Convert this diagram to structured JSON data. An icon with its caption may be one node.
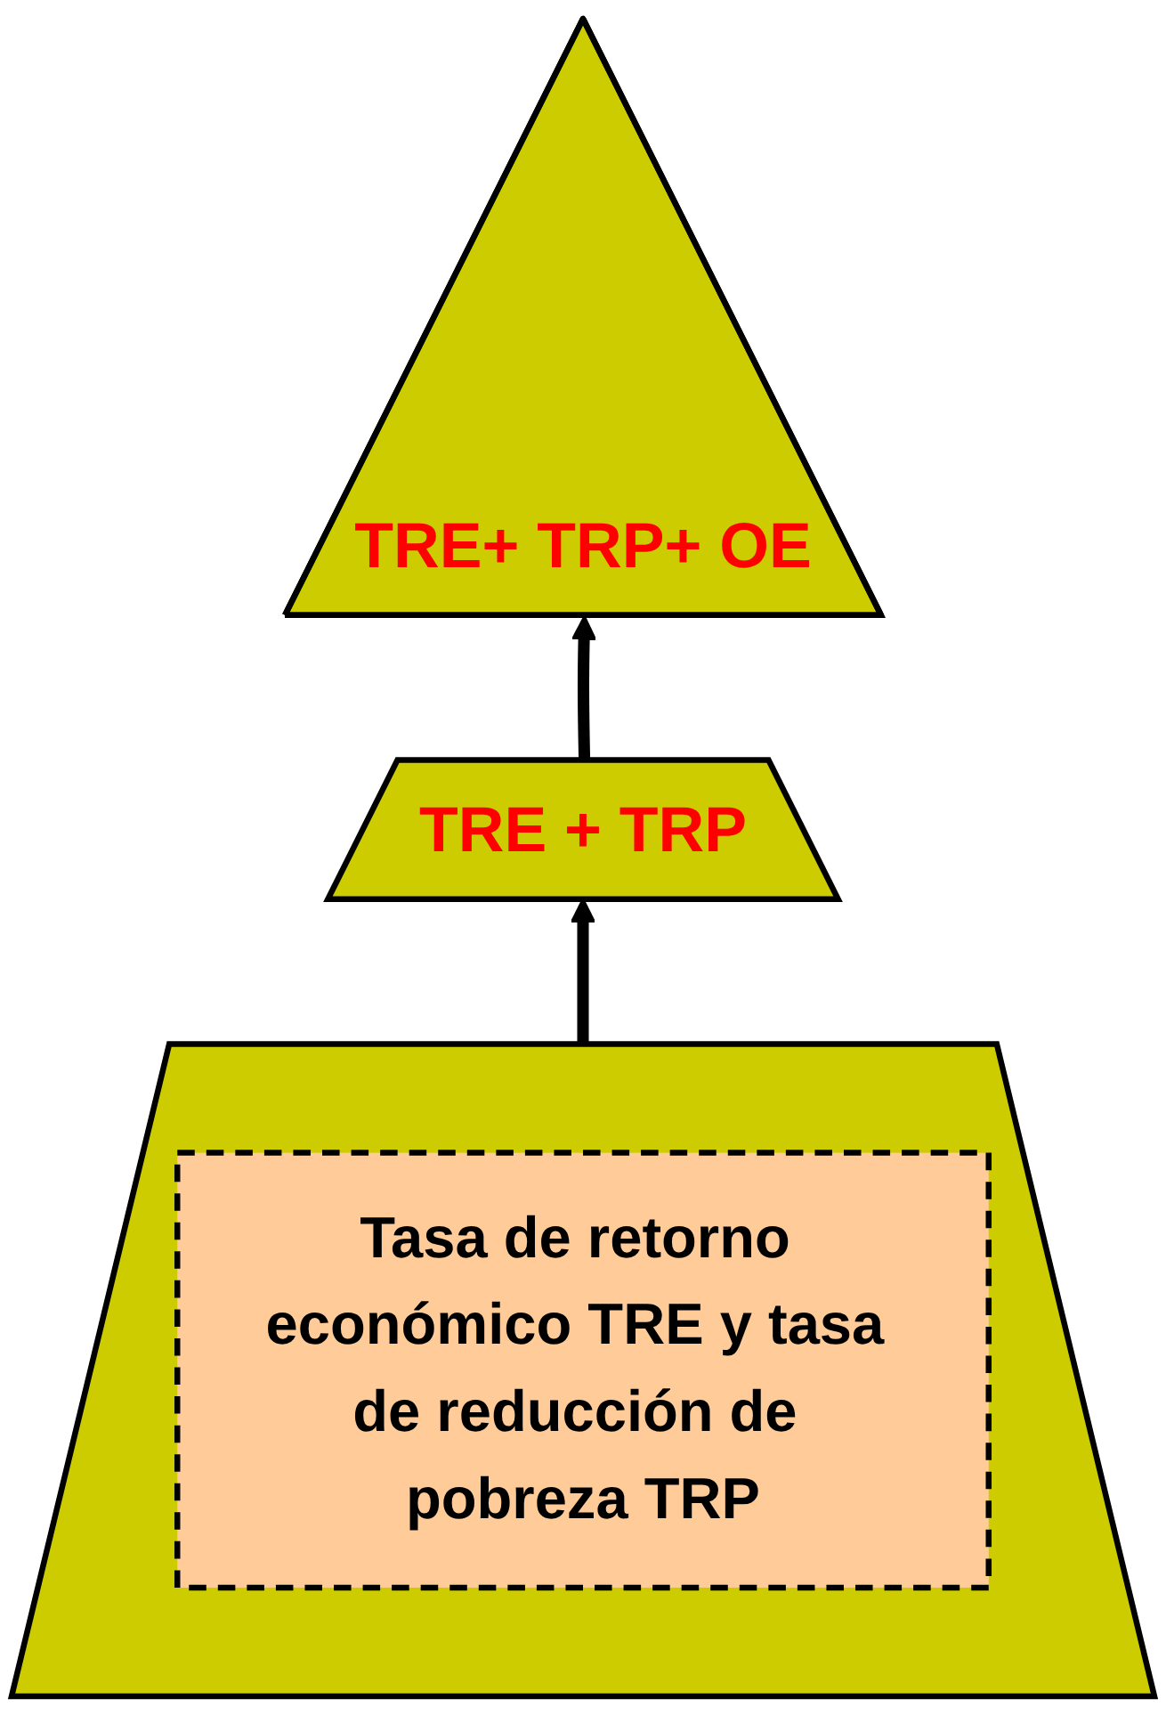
{
  "diagram": {
    "nodes": [
      {
        "text": [
          "TRE+ TRP+ OE"
        ]
      },
      {
        "text": [
          "TRE + TRP"
        ]
      },
      {
        "text": [],
        "shape": "trapezoid"
      },
      {
        "text": [
          "Tasa de retorno económico TRE y tasa de reducción de pobreza TRP"
        ],
        "in": 2
      }
    ],
    "edges": [
      {
        "from": 2,
        "to": 1,
        "arrow": "to"
      },
      {
        "from": 1,
        "to": 0,
        "arrow": "to"
      }
    ]
  }
}
